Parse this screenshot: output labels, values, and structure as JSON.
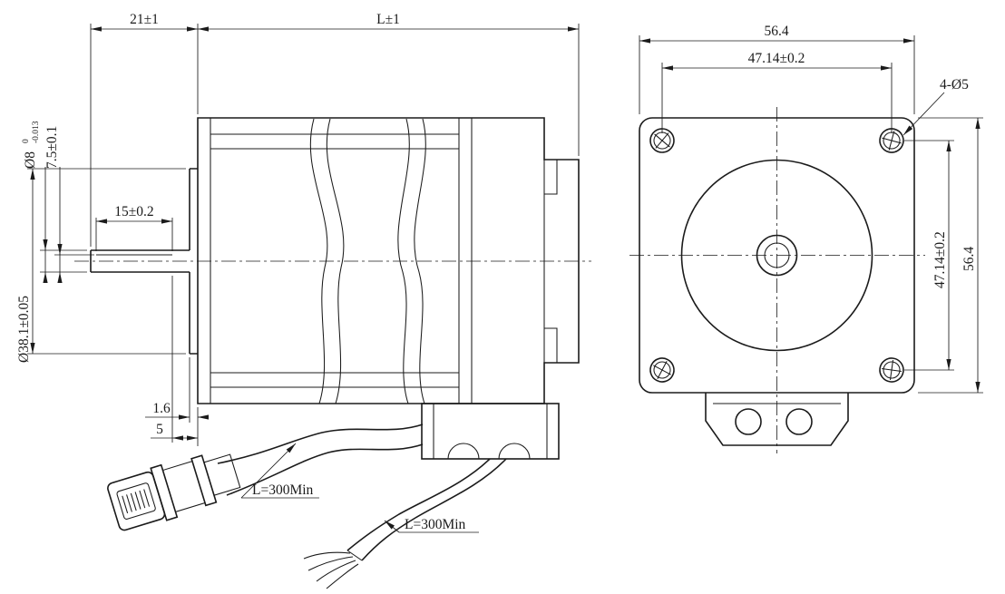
{
  "side_view": {
    "dims": {
      "shaft_extension": "21±1",
      "body_length": "L±1",
      "shaft_diameter": "Ø8",
      "shaft_diameter_tol_upper": "0",
      "shaft_diameter_tol_lower": "-0.013",
      "flat_height": "7.5±0.1",
      "flat_length": "15±0.2",
      "pilot_diameter": "Ø38.1±0.05",
      "pilot_depth": "1.6",
      "shoulder_length": "5"
    },
    "labels": {
      "cable_1": "L=300Min",
      "cable_2": "L=300Min"
    }
  },
  "front_view": {
    "dims": {
      "body_width": "56.4",
      "hole_spacing_horizontal": "47.14±0.2",
      "mounting_holes": "4-Ø5",
      "hole_spacing_vertical": "47.14±0.2",
      "body_height": "56.4"
    }
  }
}
